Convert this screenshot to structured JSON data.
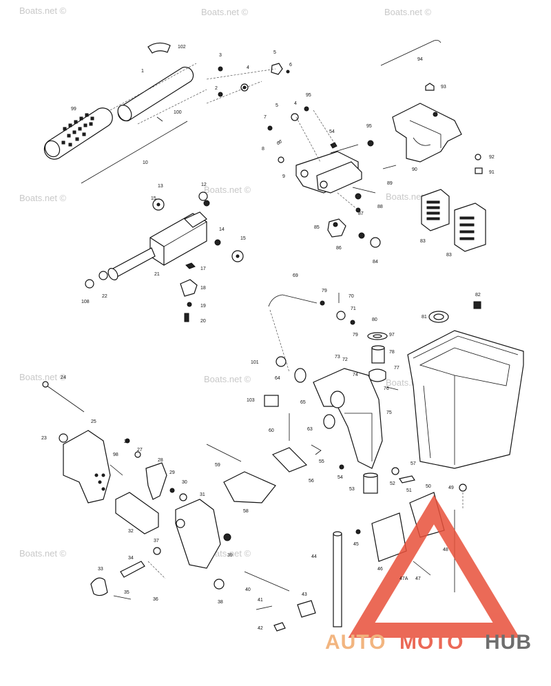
{
  "watermarks": [
    "Boats.net ©",
    "Boats.net ©",
    "Boats.net ©",
    "Boats.net ©",
    "Boats.net ©",
    "Boats.net ©",
    "Boats.net ©",
    "Boats.net ©",
    "Boats.net ©",
    "Boats.net ©",
    "Boats.net ©"
  ],
  "logo": {
    "auto": "AUTO",
    "moto": "MOTO",
    "hub": "HUB",
    "triangle_color": "#e8503a"
  },
  "callouts": [
    "102",
    "1",
    "3",
    "4",
    "5",
    "6",
    "2",
    "99",
    "100",
    "10",
    "95",
    "94",
    "93",
    "7",
    "6",
    "8",
    "54",
    "95",
    "9",
    "92",
    "90",
    "91",
    "89",
    "88",
    "87",
    "85",
    "86",
    "84",
    "83",
    "83",
    "13",
    "12",
    "14",
    "15",
    "15",
    "21",
    "17",
    "18",
    "19",
    "20",
    "108",
    "22",
    "69",
    "79",
    "70",
    "71",
    "80",
    "79",
    "82",
    "81",
    "97",
    "73",
    "76",
    "78",
    "74",
    "75",
    "77",
    "101",
    "64",
    "65",
    "103",
    "24",
    "25",
    "23",
    "26",
    "27",
    "28",
    "29",
    "30",
    "98",
    "32",
    "31",
    "37",
    "39",
    "34",
    "33",
    "35",
    "36",
    "38",
    "40",
    "59",
    "60",
    "63",
    "55",
    "56",
    "58",
    "57",
    "41",
    "42",
    "43",
    "44",
    "45",
    "46",
    "47",
    "47A",
    "48",
    "49",
    "50",
    "51",
    "52",
    "53",
    "54",
    "72",
    "6",
    "5",
    "4"
  ]
}
